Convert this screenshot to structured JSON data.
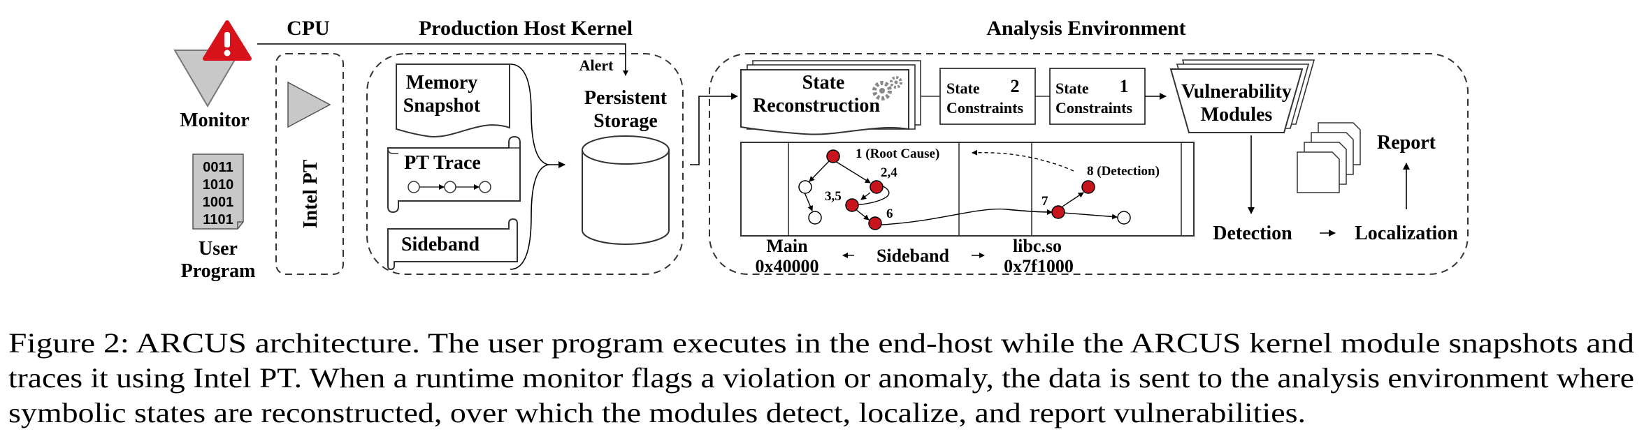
{
  "labels": {
    "cpu": "CPU",
    "production_host": "Production Host Kernel",
    "analysis_env": "Analysis Environment",
    "monitor": "Monitor",
    "user_program_1": "User",
    "user_program_2": "Program",
    "intel_pt": "Intel PT",
    "memory_snapshot_1": "Memory",
    "memory_snapshot_2": "Snapshot",
    "pt_trace": "PT Trace",
    "sideband_box": "Sideband",
    "alert": "Alert",
    "persistent_storage_1": "Persistent",
    "persistent_storage_2": "Storage",
    "state_recon_1": "State",
    "state_recon_2": "Reconstruction",
    "state_constraints_a_1": "State",
    "state_constraints_a_num": "2",
    "state_constraints_a_2": "Constraints",
    "state_constraints_b_1": "State",
    "state_constraints_b_num": "1",
    "state_constraints_b_2": "Constraints",
    "vuln_modules_1": "Vulnerability",
    "vuln_modules_2": "Modules",
    "report": "Report",
    "detection": "Detection",
    "localization": "Localization",
    "main_1": "Main",
    "main_2": "0x40000",
    "sideband_axis": "Sideband",
    "libc_1": "libc.so",
    "libc_2": "0x7f1000",
    "node_root_cause": "1 (Root Cause)",
    "node_24": "2,4",
    "node_35": "3,5",
    "node_6": "6",
    "node_7": "7",
    "node_detection": "8 (Detection)"
  },
  "binary_lines": [
    "0011",
    "1010",
    "1001",
    "1101"
  ],
  "caption": [
    "Figure 2: ARCUS architecture. The user program executes in the end-host while the ARCUS kernel module snapshots and",
    "traces it using Intel PT. When a runtime monitor flags a violation or anomaly, the data is sent to the analysis environment where",
    "symbolic states are reconstructed, over which the modules detect, localize, and report vulnerabilities."
  ],
  "colors": {
    "alert_red": "#d7121b",
    "node_red": "#c8141c",
    "gray_fill": "#c8c8c8"
  },
  "icons": {
    "alert": "warning-triangle-icon",
    "gears": "gear-icon"
  }
}
